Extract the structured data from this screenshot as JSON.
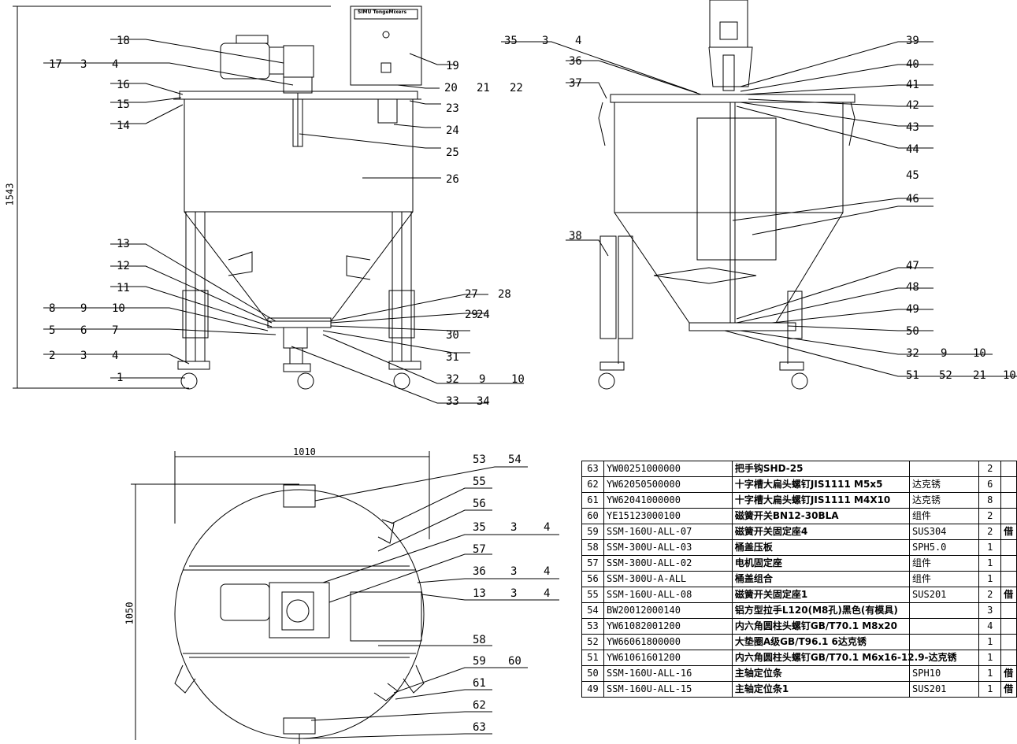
{
  "drawing": {
    "dims": {
      "height_overall": "1543",
      "width_top": "1010",
      "depth_top": "1050"
    },
    "front_view_labels": [
      "18",
      "17",
      "3",
      "4",
      "16",
      "15",
      "14",
      "19",
      "20",
      "21",
      "22",
      "23",
      "24",
      "25",
      "26",
      "13",
      "12",
      "11",
      "8",
      "9",
      "10",
      "5",
      "6",
      "7",
      "2",
      "3",
      "4",
      "1",
      "27",
      "28",
      "29",
      "24",
      "30",
      "31",
      "32",
      "9",
      "10",
      "33",
      "34"
    ],
    "side_view_labels": [
      "35",
      "3",
      "4",
      "36",
      "37",
      "39",
      "40",
      "41",
      "42",
      "43",
      "44",
      "45",
      "46",
      "38",
      "47",
      "48",
      "49",
      "50",
      "32",
      "9",
      "10",
      "51",
      "52",
      "21",
      "10"
    ],
    "top_view_labels": [
      "53",
      "54",
      "55",
      "56",
      "35",
      "3",
      "4",
      "57",
      "36",
      "3",
      "4",
      "13",
      "3",
      "4",
      "58",
      "59",
      "60",
      "61",
      "62",
      "63"
    ],
    "control_box_label": "SIMU TongeMixers"
  },
  "bom": {
    "rows": [
      {
        "idx": "63",
        "code": "YW00251000000",
        "name": "把手钩SHD-25",
        "mat": "",
        "qty": "2",
        "rem": ""
      },
      {
        "idx": "62",
        "code": "YW62050500000",
        "name": "十字槽大扁头螺钉JIS1111 M5x5",
        "mat": "达克锈",
        "qty": "6",
        "rem": ""
      },
      {
        "idx": "61",
        "code": "YW62041000000",
        "name": "十字槽大扁头螺钉JIS1111 M4X10",
        "mat": "达克锈",
        "qty": "8",
        "rem": ""
      },
      {
        "idx": "60",
        "code": "YE15123000100",
        "name": "磁簧开关BN12-30BLA",
        "mat": "组件",
        "qty": "2",
        "rem": ""
      },
      {
        "idx": "59",
        "code": "SSM-160U-ALL-07",
        "name": "磁簧开关固定座4",
        "mat": "SUS304",
        "qty": "2",
        "rem": "借"
      },
      {
        "idx": "58",
        "code": "SSM-300U-ALL-03",
        "name": "桶盖压板",
        "mat": "SPH5.0",
        "qty": "1",
        "rem": ""
      },
      {
        "idx": "57",
        "code": "SSM-300U-ALL-02",
        "name": "电机固定座",
        "mat": "组件",
        "qty": "1",
        "rem": ""
      },
      {
        "idx": "56",
        "code": "SSM-300U-A-ALL",
        "name": "桶盖组合",
        "mat": "组件",
        "qty": "1",
        "rem": ""
      },
      {
        "idx": "55",
        "code": "SSM-160U-ALL-08",
        "name": "磁簧开关固定座1",
        "mat": "SUS201",
        "qty": "2",
        "rem": "借"
      },
      {
        "idx": "54",
        "code": "BW20012000140",
        "name": "铝方型拉手L120(M8孔)黑色(有模具)",
        "mat": "",
        "qty": "3",
        "rem": ""
      },
      {
        "idx": "53",
        "code": "YW61082001200",
        "name": "内六角圆柱头螺钉GB/T70.1 M8x20",
        "mat": "",
        "qty": "4",
        "rem": ""
      },
      {
        "idx": "52",
        "code": "YW66061800000",
        "name": "大垫圈A级GB/T96.1 6达克锈",
        "mat": "",
        "qty": "1",
        "rem": ""
      },
      {
        "idx": "51",
        "code": "YW61061601200",
        "name": "内六角圆柱头螺钉GB/T70.1 M6x16-12.9-达克锈",
        "mat": "",
        "qty": "1",
        "rem": ""
      },
      {
        "idx": "50",
        "code": "SSM-160U-ALL-16",
        "name": "主轴定位条",
        "mat": "SPH10",
        "qty": "1",
        "rem": "借"
      },
      {
        "idx": "49",
        "code": "SSM-160U-ALL-15",
        "name": "主轴定位条1",
        "mat": "SUS201",
        "qty": "1",
        "rem": "借"
      }
    ]
  }
}
